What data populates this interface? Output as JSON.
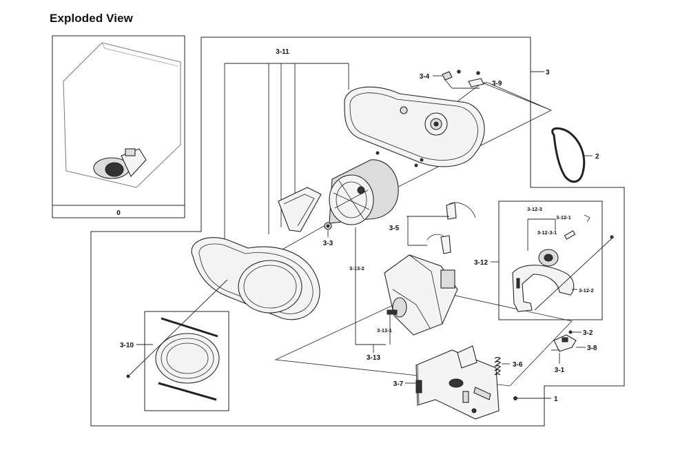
{
  "page": {
    "title": "Exploded View"
  },
  "inset": {
    "label": "0"
  },
  "callouts": {
    "c3_11": "3-11",
    "c3_4": "3-4",
    "c3_9": "3-9",
    "c3": "3",
    "c2": "2",
    "c3_5": "3-5",
    "c3_3": "3-3",
    "c3_13_2": "3-13-2",
    "c3_12": "3-12",
    "c3_12_3": "3-12-3",
    "c3_12_3_1": "3-12-3-1",
    "c3_12_1": "3-12-1",
    "c3_12_2": "3-12-2",
    "c3_13_1": "3-13-1",
    "c3_13": "3-13",
    "c3_10": "3-10",
    "c3_6": "3-6",
    "c3_7": "3-7",
    "c3_2": "3-2",
    "c3_8": "3-8",
    "c3_1": "3-1",
    "c1": "1"
  },
  "colors": {
    "line": "#222222",
    "background": "#ffffff"
  }
}
